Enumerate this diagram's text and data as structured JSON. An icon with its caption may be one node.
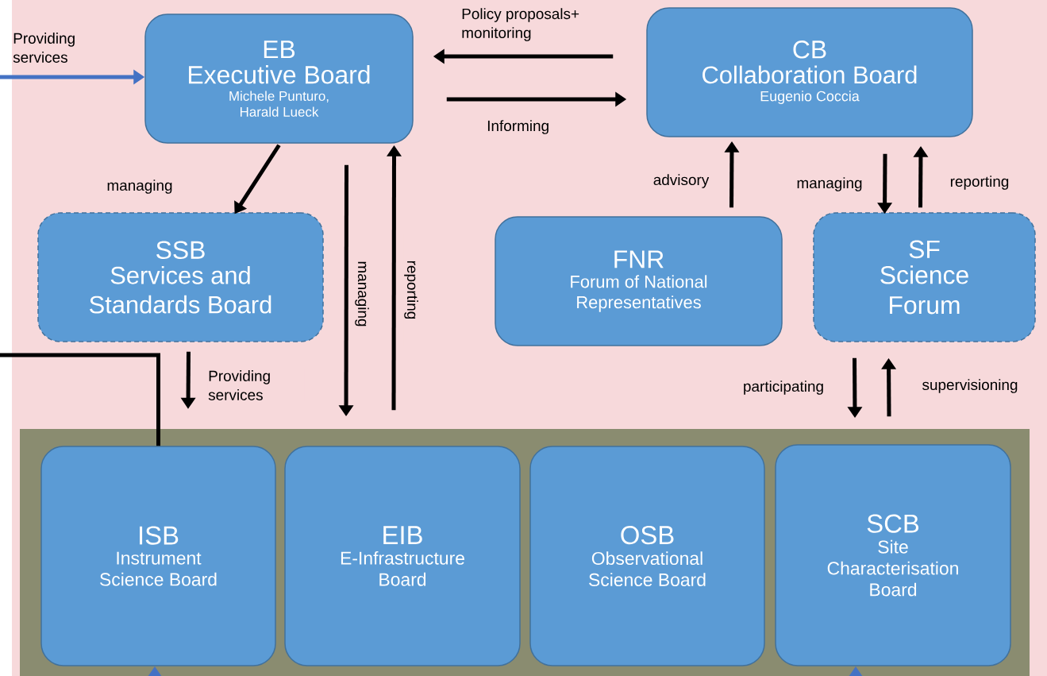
{
  "diagram": {
    "nodes": [
      {
        "text": [
          "EB",
          "Executive Board",
          "Michele Punturo, Harald Lueck"
        ]
      },
      {
        "text": [
          "CB",
          "Collaboration Board",
          "Eugenio Coccia"
        ]
      },
      {
        "text": [
          "SSB",
          "Services and Standards Board"
        ]
      },
      {
        "text": [
          "FNR",
          "Forum of National Representatives"
        ]
      },
      {
        "text": [
          "SF",
          "Science Forum"
        ]
      },
      {
        "text": [],
        "shape": "box"
      },
      {
        "text": [
          "ISB",
          "Instrument Science Board"
        ],
        "in": 5
      },
      {
        "text": [
          "EIB",
          "E-Infrastructure Board"
        ],
        "in": 5
      },
      {
        "text": [
          "OSB",
          "Observational Science Board"
        ],
        "in": 5
      },
      {
        "text": [
          "SCB",
          "Site Characterisation Board"
        ],
        "in": 5
      }
    ],
    "edges": [
      {
        "from": null,
        "to": 0,
        "arrow": "to",
        "label": "Providing services",
        "color": "#4472c4"
      },
      {
        "from": 1,
        "to": 0,
        "arrow": "to",
        "label": "Policy proposals+ monitoring"
      },
      {
        "from": 0,
        "to": 1,
        "arrow": "to",
        "label": "Informing"
      },
      {
        "from": 0,
        "to": 2,
        "arrow": "to",
        "label": "managing"
      },
      {
        "from": 2,
        "to": 5,
        "arrow": "to",
        "label": "Providing services"
      },
      {
        "from": 0,
        "to": 7,
        "arrow": "to",
        "label": "managing"
      },
      {
        "from": 7,
        "to": 0,
        "arrow": "to",
        "label": "reporting"
      },
      {
        "from": 3,
        "to": 1,
        "arrow": "to",
        "label": "advisory"
      },
      {
        "from": 1,
        "to": 4,
        "arrow": "to",
        "label": "managing"
      },
      {
        "from": 4,
        "to": 1,
        "arrow": "to",
        "label": "reporting"
      },
      {
        "from": 4,
        "to": 9,
        "arrow": "to",
        "label": "participating"
      },
      {
        "from": 9,
        "to": 4,
        "arrow": "to",
        "label": "supervisioning"
      },
      {
        "from": null,
        "to": 6,
        "arrow": "none"
      },
      {
        "from": null,
        "to": 6,
        "arrow": "to",
        "color": "#4472c4"
      },
      {
        "from": null,
        "to": 9,
        "arrow": "to",
        "color": "#4472c4"
      }
    ]
  }
}
